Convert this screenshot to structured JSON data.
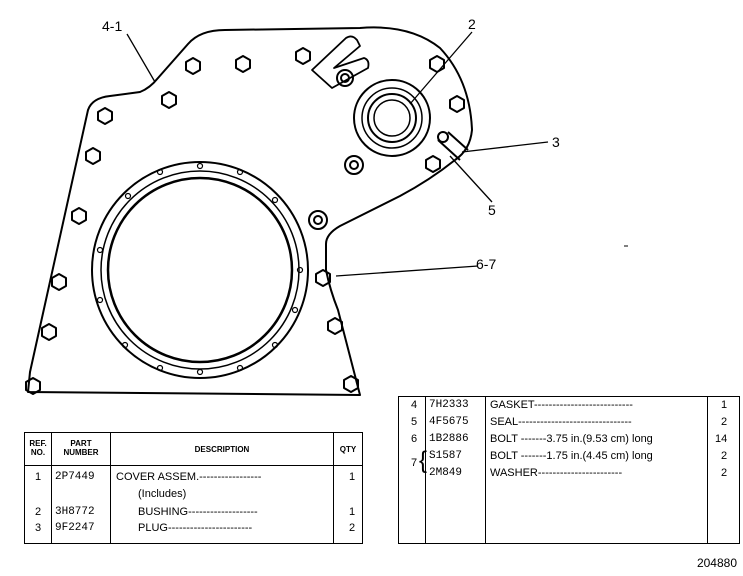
{
  "callouts": {
    "c41": "4-1",
    "c2": "2",
    "c3": "3",
    "c5": "5",
    "c67": "6-7"
  },
  "left_table": {
    "headers": {
      "ref": "REF. NO.",
      "part": "PART NUMBER",
      "desc": "DESCRIPTION",
      "qty": "QTY"
    },
    "rows": [
      {
        "ref": "1",
        "part": "2P7449",
        "desc": "COVER ASSEM.-----------------",
        "qty": "1"
      },
      {
        "ref": "",
        "part": "",
        "desc": "(Includes)",
        "qty": ""
      },
      {
        "ref": "2",
        "part": "3H8772",
        "desc": "BUSHING-------------------",
        "qty": "1"
      },
      {
        "ref": "3",
        "part": "9F2247",
        "desc": "PLUG-----------------------",
        "qty": "2"
      }
    ]
  },
  "right_table": {
    "rows": [
      {
        "ref": "4",
        "part": "7H2333",
        "desc": "GASKET---------------------------",
        "qty": "1"
      },
      {
        "ref": "5",
        "part": "4F5675",
        "desc": "SEAL-------------------------------",
        "qty": "2"
      },
      {
        "ref": "6",
        "part": "1B2886",
        "desc": "BOLT -------3.75 in.(9.53 cm) long",
        "qty": "14"
      },
      {
        "ref": "",
        "part": "S1587",
        "desc": "BOLT -------1.75 in.(4.45 cm) long",
        "qty": "2"
      },
      {
        "ref": "",
        "part": "2M849",
        "desc": "WASHER-----------------------",
        "qty": "2"
      }
    ],
    "ref7": "7"
  },
  "figure_number": "204880"
}
